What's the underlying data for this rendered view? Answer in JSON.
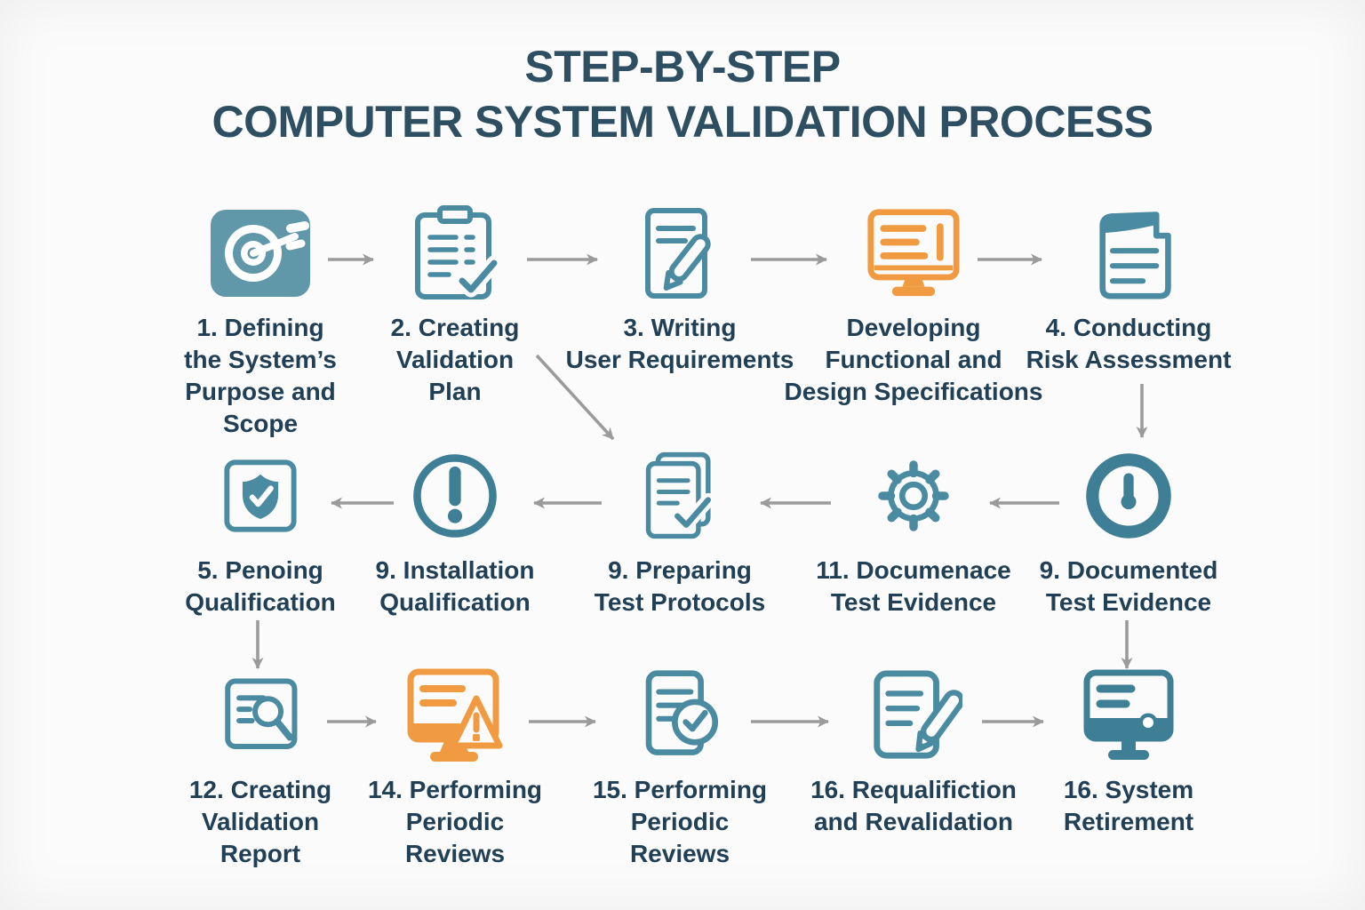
{
  "title": {
    "line1": "STEP-BY-STEP",
    "line2": "COMPUTER SYSTEM VALIDATION PROCESS"
  },
  "colors": {
    "teal_outline": "#4a8ba1",
    "teal_dark": "#3e7f96",
    "teal_tile": "#6097a9",
    "orange": "#f09b41",
    "label_text": "#214056",
    "title_text": "#2e4f61",
    "arrow_gray": "#9b9b9b",
    "background": "#fbfbfb"
  },
  "steps": [
    {
      "label": "1. Defining\nthe System’s\nPurpose and\nScope",
      "icon": "target-icon",
      "accent": "teal"
    },
    {
      "label": "2. Creating\nValidation\nPlan",
      "icon": "clipboard-checklist-icon",
      "accent": "teal"
    },
    {
      "label": "3. Writing\nUser Requirements",
      "icon": "document-pencil-icon",
      "accent": "teal"
    },
    {
      "label": "Developing\nFunctional and\nDesign Specifications",
      "icon": "monitor-specs-icon",
      "accent": "orange"
    },
    {
      "label": "4. Conducting\nRisk Assessment",
      "icon": "stacked-documents-icon",
      "accent": "teal"
    },
    {
      "label": "5. Penoing\nQualification",
      "icon": "shield-check-icon",
      "accent": "teal"
    },
    {
      "label": "9. Installation\nQualification",
      "icon": "alert-circle-icon",
      "accent": "teal"
    },
    {
      "label": "9. Preparing\nTest Protocols",
      "icon": "documents-check-icon",
      "accent": "teal"
    },
    {
      "label": "11. Documenace\nTest Evidence",
      "icon": "gear-icon",
      "accent": "teal"
    },
    {
      "label": "9. Documented\nTest Evidence",
      "icon": "gauge-icon",
      "accent": "teal"
    },
    {
      "label": "12. Creating\nValidation\nReport",
      "icon": "report-search-icon",
      "accent": "teal"
    },
    {
      "label": "14. Performing\nPeriodic\nReviews",
      "icon": "monitor-warning-icon",
      "accent": "orange"
    },
    {
      "label": "15. Performing\nPeriodic\nReviews",
      "icon": "document-check-circle-icon",
      "accent": "teal"
    },
    {
      "label": "16. Requalifiction\nand Revalidation",
      "icon": "document-edit-icon",
      "accent": "teal"
    },
    {
      "label": "16. System\nRetirement",
      "icon": "monitor-retired-icon",
      "accent": "teal"
    }
  ]
}
